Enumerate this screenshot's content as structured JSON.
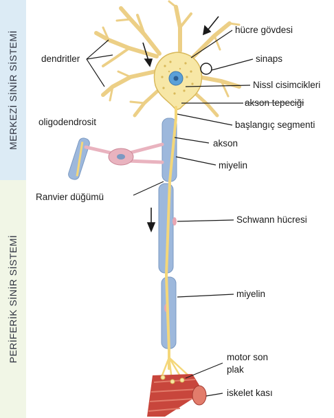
{
  "side_labels": {
    "cns": "MERKEZİ SİNİR SİSTEMİ",
    "pns": "PERİFERİK SİNİR SİSTEMİ"
  },
  "labels": {
    "dendrites": "dendritler",
    "cell_body": "hücre gövdesi",
    "synapse": "sinaps",
    "nissl": "Nissl cisimcikleri",
    "axon_hillock": "akson tepeciği",
    "initial_segment": "başlangıç segmenti",
    "oligodendrocyte": "oligodendrosit",
    "axon": "akson",
    "myelin_cns": "miyelin",
    "ranvier": "Ranvier düğümü",
    "schwann": "Schwann hücresi",
    "myelin_pns": "miyelin",
    "motor_end_plate_1": "motor son",
    "motor_end_plate_2": "plak",
    "skeletal_muscle": "iskelet kası"
  },
  "colors": {
    "cell": "#f7e7a6",
    "cell_edge": "#d8b85a",
    "nucleus": "#5aa0d8",
    "myelin": "#9db8dc",
    "axon_core": "#f4d77a",
    "oligo": "#e9b3bf",
    "muscle": "#c8463c",
    "cns_band": "#dcebf5",
    "pns_band": "#f1f6e6"
  }
}
